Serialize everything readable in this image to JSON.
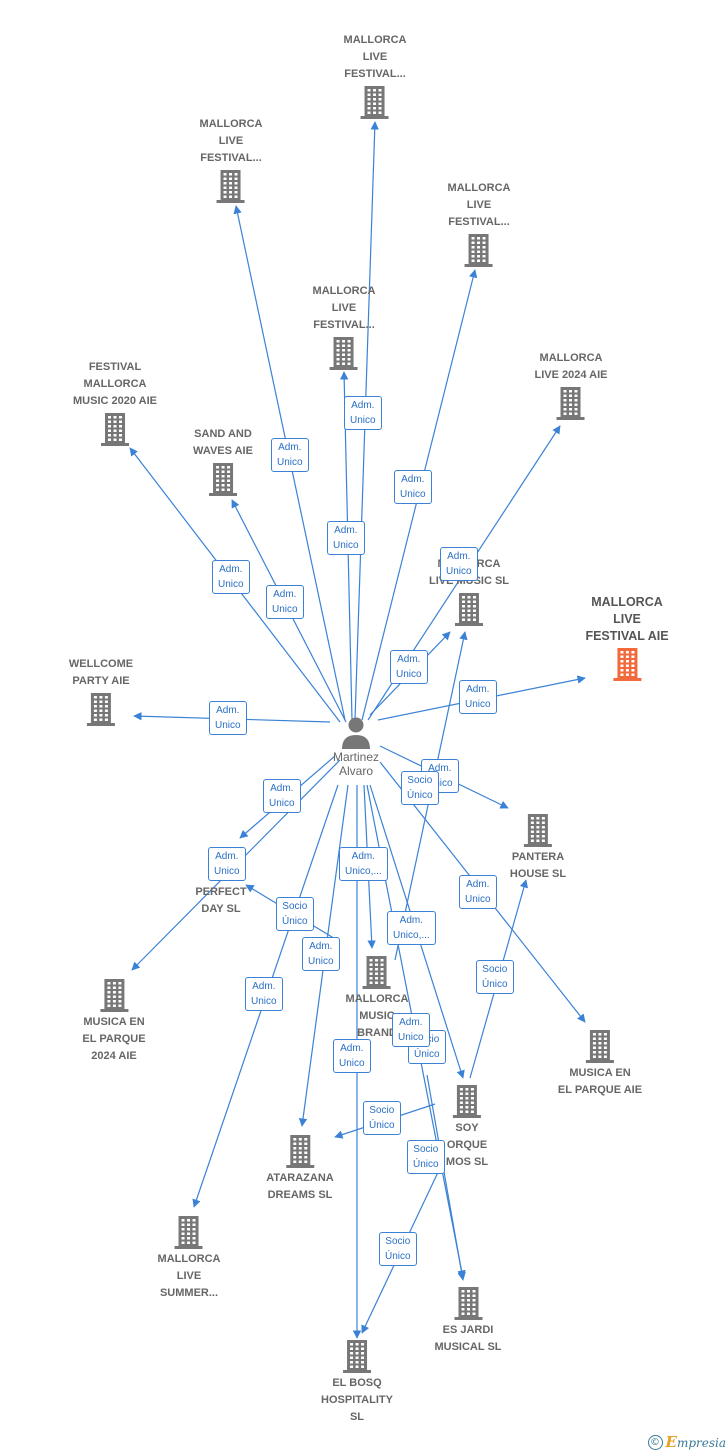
{
  "center": {
    "name_line1": "Martinez",
    "name_line2": "Alvaro"
  },
  "companies": {
    "mlf_top": [
      "MALLORCA",
      "LIVE",
      "FESTIVAL..."
    ],
    "mlf_left": [
      "MALLORCA",
      "LIVE",
      "FESTIVAL..."
    ],
    "mlf_right": [
      "MALLORCA",
      "LIVE",
      "FESTIVAL..."
    ],
    "mlf_mid": [
      "MALLORCA",
      "LIVE",
      "FESTIVAL..."
    ],
    "festival_2020": [
      "FESTIVAL",
      "MALLORCA",
      "MUSIC 2020 AIE"
    ],
    "mallorca_2024": [
      "MALLORCA",
      "LIVE 2024 AIE"
    ],
    "sand_waves": [
      "SAND AND",
      "WAVES AIE"
    ],
    "live_music": [
      "MALLORCA",
      "LIVE MUSIC SL"
    ],
    "mlf_aie": [
      "MALLORCA",
      "LIVE",
      "FESTIVAL AIE"
    ],
    "wellcome": [
      "WELLCOME",
      "PARTY AIE"
    ],
    "pantera": [
      "PANTERA",
      "HOUSE SL"
    ],
    "perfect_day": [
      "PERFECT",
      "DAY SL"
    ],
    "music_parque_2024": [
      "MUSICA EN",
      "EL PARQUE",
      "2024 AIE"
    ],
    "music_brand": [
      "MALLORCA",
      "MUSIC",
      "BRAND"
    ],
    "music_parque": [
      "MUSICA EN",
      "EL PARQUE AIE"
    ],
    "soy": [
      "SOY",
      "ORQUE",
      "MOS SL"
    ],
    "atarazana": [
      "ATARAZANA",
      "DREAMS SL"
    ],
    "summer": [
      "MALLORCA",
      "LIVE",
      "SUMMER..."
    ],
    "es_jardi": [
      "ES JARDI",
      "MUSICAL SL"
    ],
    "el_bosq": [
      "EL BOSQ",
      "HOSPITALITY",
      "SL"
    ]
  },
  "roles": [
    [
      "Adm.",
      "Unico"
    ],
    [
      "Adm.",
      "Unico"
    ],
    [
      "Adm.",
      "Unico"
    ],
    [
      "Adm.",
      "Unico"
    ],
    [
      "Adm.",
      "Unico"
    ],
    [
      "Adm.",
      "Unico"
    ],
    [
      "Adm.",
      "Unico"
    ],
    [
      "Adm.",
      "Unico"
    ],
    [
      "Adm.",
      "Unico"
    ],
    [
      "Adm.",
      "Unico"
    ],
    [
      "Adm.",
      "Unico"
    ],
    [
      "Adm.",
      "Unico"
    ],
    [
      "Socio",
      "Único"
    ],
    [
      "Adm.",
      "Unico"
    ],
    [
      "Adm.",
      "Unico,..."
    ],
    [
      "Adm.",
      "Unico"
    ],
    [
      "Socio",
      "Único"
    ],
    [
      "Adm.",
      "Unico"
    ],
    [
      "Adm.",
      "Unico,..."
    ],
    [
      "Adm.",
      "Unico"
    ],
    [
      "Socio",
      "Único"
    ],
    [
      "Adm.",
      "Unico"
    ],
    [
      "Socio",
      "Único"
    ],
    [
      "Adm.",
      "Unico"
    ],
    [
      "Socio",
      "Único"
    ],
    [
      "Socio",
      "Único"
    ],
    [
      "Socio",
      "Único"
    ]
  ],
  "footer": {
    "copyright": "©",
    "brand_initial": "E",
    "brand_rest": "mpresia"
  },
  "colors": {
    "edge": "#3b82d6",
    "building": "#777777",
    "highlight": "#f26a3c"
  }
}
